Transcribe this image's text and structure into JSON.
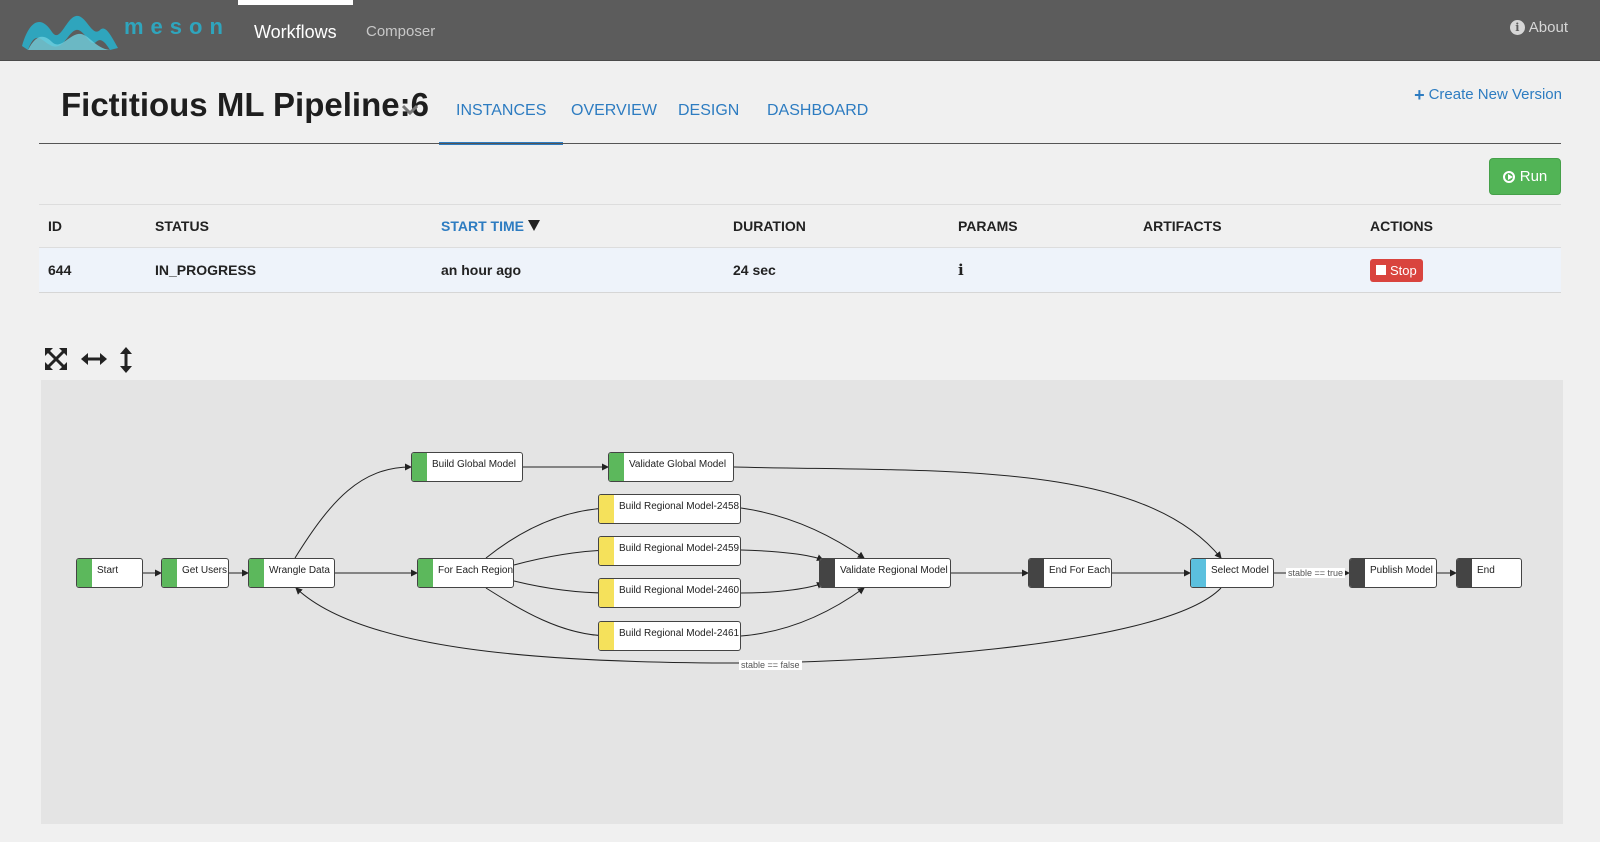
{
  "app": {
    "logo_text": "meson",
    "nav": [
      {
        "label": "Workflows",
        "active": true
      },
      {
        "label": "Composer",
        "active": false
      }
    ],
    "about_label": "About"
  },
  "header": {
    "title": "Fictitious ML Pipeline:6",
    "tabs": [
      "INSTANCES",
      "OVERVIEW",
      "DESIGN",
      "DASHBOARD"
    ],
    "active_tab": "INSTANCES",
    "create_version_label": "Create New Version",
    "run_label": "Run"
  },
  "table": {
    "columns": [
      "ID",
      "STATUS",
      "START TIME",
      "DURATION",
      "PARAMS",
      "ARTIFACTS",
      "ACTIONS"
    ],
    "sorted_column": "START TIME",
    "rows": [
      {
        "id": "644",
        "status": "IN_PROGRESS",
        "start_time": "an hour ago",
        "duration": "24 sec",
        "params_icon": "info-icon",
        "artifacts": "",
        "action_label": "Stop"
      }
    ]
  },
  "graph": {
    "controls": [
      "fit-screen-icon",
      "fit-width-icon",
      "fit-height-icon"
    ],
    "status_colors": {
      "success": "#5cb85c",
      "running": "#f5e15b",
      "pending": "#444444",
      "active": "#5bc0de"
    },
    "nodes": {
      "start": {
        "label": "Start",
        "status": "success"
      },
      "get_users": {
        "label": "Get Users",
        "status": "success"
      },
      "wrangle": {
        "label": "Wrangle Data",
        "status": "success"
      },
      "build_global": {
        "label": "Build Global Model",
        "status": "success"
      },
      "validate_global": {
        "label": "Validate Global Model",
        "status": "success"
      },
      "for_each": {
        "label": "For Each Region",
        "status": "success"
      },
      "brm_2458": {
        "label": "Build Regional Model-2458",
        "status": "running"
      },
      "brm_2459": {
        "label": "Build Regional Model-2459",
        "status": "running"
      },
      "brm_2460": {
        "label": "Build Regional Model-2460",
        "status": "running"
      },
      "brm_2461": {
        "label": "Build Regional Model-2461",
        "status": "running"
      },
      "validate_regional": {
        "label": "Validate Regional Model",
        "status": "pending"
      },
      "end_for_each": {
        "label": "End For Each",
        "status": "pending"
      },
      "select_model": {
        "label": "Select Model",
        "status": "active"
      },
      "publish": {
        "label": "Publish Model",
        "status": "pending"
      },
      "end": {
        "label": "End",
        "status": "pending"
      }
    },
    "edge_labels": {
      "stable_true": "stable == true",
      "stable_false": "stable == false"
    }
  }
}
